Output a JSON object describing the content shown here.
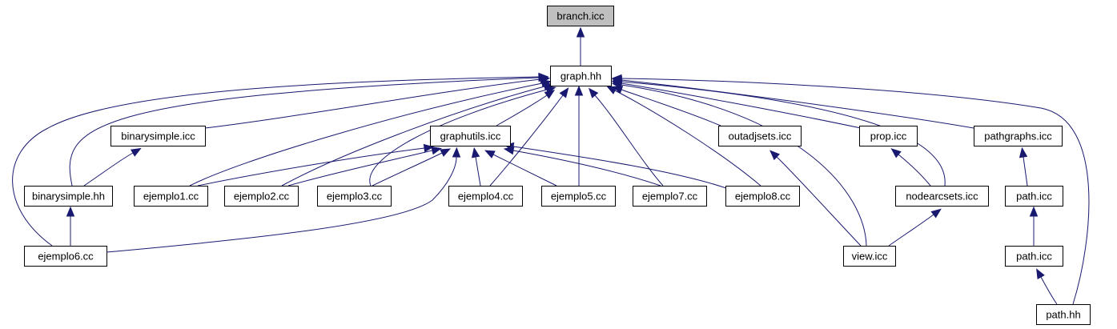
{
  "diagram": {
    "type": "include-dependency-graph",
    "colors": {
      "edge": "#191970",
      "root_fill": "#bfbfbf",
      "node_fill": "#ffffff",
      "node_border": "#000000"
    },
    "nodes": [
      {
        "id": "branch_icc",
        "label": "branch.icc",
        "root": true
      },
      {
        "id": "graph_hh",
        "label": "graph.hh"
      },
      {
        "id": "binarysimple_icc",
        "label": "binarysimple.icc"
      },
      {
        "id": "graphutils_icc",
        "label": "graphutils.icc"
      },
      {
        "id": "outadjsets_icc",
        "label": "outadjsets.icc"
      },
      {
        "id": "prop_icc",
        "label": "prop.icc"
      },
      {
        "id": "pathgraphs_icc",
        "label": "pathgraphs.icc"
      },
      {
        "id": "binarysimple_hh",
        "label": "binarysimple.hh"
      },
      {
        "id": "ejemplo1_cc",
        "label": "ejemplo1.cc"
      },
      {
        "id": "ejemplo2_cc",
        "label": "ejemplo2.cc"
      },
      {
        "id": "ejemplo3_cc",
        "label": "ejemplo3.cc"
      },
      {
        "id": "ejemplo4_cc",
        "label": "ejemplo4.cc"
      },
      {
        "id": "ejemplo5_cc",
        "label": "ejemplo5.cc"
      },
      {
        "id": "ejemplo7_cc",
        "label": "ejemplo7.cc"
      },
      {
        "id": "ejemplo8_cc",
        "label": "ejemplo8.cc"
      },
      {
        "id": "nodearcsets_icc",
        "label": "nodearcsets.icc"
      },
      {
        "id": "path_icc_1",
        "label": "path.icc"
      },
      {
        "id": "ejemplo6_cc",
        "label": "ejemplo6.cc"
      },
      {
        "id": "view_icc",
        "label": "view.icc"
      },
      {
        "id": "path_icc_2",
        "label": "path.icc"
      },
      {
        "id": "path_hh",
        "label": "path.hh"
      }
    ],
    "edges": [
      {
        "from": "graph_hh",
        "to": "branch_icc"
      },
      {
        "from": "binarysimple_icc",
        "to": "graph_hh"
      },
      {
        "from": "graphutils_icc",
        "to": "graph_hh"
      },
      {
        "from": "outadjsets_icc",
        "to": "graph_hh"
      },
      {
        "from": "prop_icc",
        "to": "graph_hh"
      },
      {
        "from": "pathgraphs_icc",
        "to": "graph_hh"
      },
      {
        "from": "binarysimple_hh",
        "to": "graph_hh"
      },
      {
        "from": "ejemplo1_cc",
        "to": "graph_hh"
      },
      {
        "from": "ejemplo2_cc",
        "to": "graph_hh"
      },
      {
        "from": "ejemplo3_cc",
        "to": "graph_hh"
      },
      {
        "from": "ejemplo4_cc",
        "to": "graph_hh"
      },
      {
        "from": "ejemplo5_cc",
        "to": "graph_hh"
      },
      {
        "from": "ejemplo7_cc",
        "to": "graph_hh"
      },
      {
        "from": "ejemplo8_cc",
        "to": "graph_hh"
      },
      {
        "from": "nodearcsets_icc",
        "to": "graph_hh"
      },
      {
        "from": "ejemplo6_cc",
        "to": "graph_hh"
      },
      {
        "from": "view_icc",
        "to": "graph_hh"
      },
      {
        "from": "path_hh",
        "to": "graph_hh"
      },
      {
        "from": "binarysimple_hh",
        "to": "binarysimple_icc"
      },
      {
        "from": "ejemplo6_cc",
        "to": "binarysimple_hh"
      },
      {
        "from": "ejemplo1_cc",
        "to": "graphutils_icc"
      },
      {
        "from": "ejemplo2_cc",
        "to": "graphutils_icc"
      },
      {
        "from": "ejemplo3_cc",
        "to": "graphutils_icc"
      },
      {
        "from": "ejemplo4_cc",
        "to": "graphutils_icc"
      },
      {
        "from": "ejemplo5_cc",
        "to": "graphutils_icc"
      },
      {
        "from": "ejemplo7_cc",
        "to": "graphutils_icc"
      },
      {
        "from": "ejemplo8_cc",
        "to": "graphutils_icc"
      },
      {
        "from": "ejemplo6_cc",
        "to": "graphutils_icc"
      },
      {
        "from": "view_icc",
        "to": "outadjsets_icc"
      },
      {
        "from": "nodearcsets_icc",
        "to": "prop_icc"
      },
      {
        "from": "view_icc",
        "to": "nodearcsets_icc"
      },
      {
        "from": "path_icc_1",
        "to": "pathgraphs_icc"
      },
      {
        "from": "path_icc_2",
        "to": "path_icc_1"
      },
      {
        "from": "path_hh",
        "to": "path_icc_2"
      }
    ]
  }
}
